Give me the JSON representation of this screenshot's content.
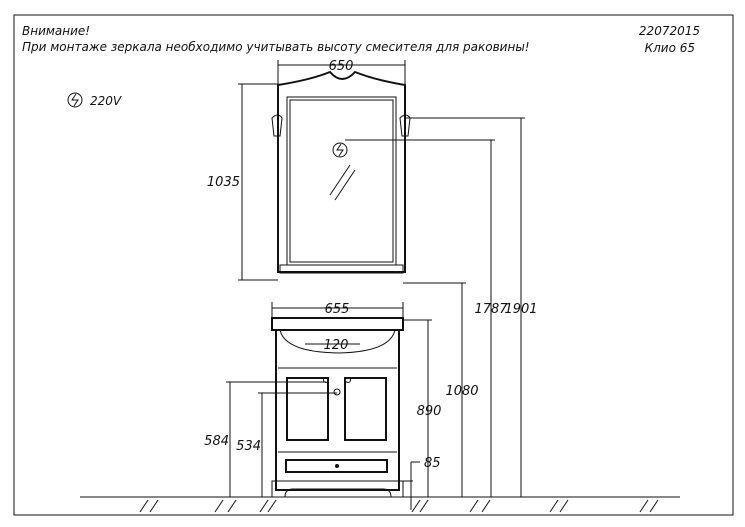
{
  "header": {
    "warning_title": "Внимание!",
    "warning_text": "При монтаже зеркала необходимо учитывать высоту смесителя для раковины!",
    "date_code": "22072015",
    "model": "Клио  65"
  },
  "legend": {
    "icon": "electric-socket-icon",
    "voltage": "220V"
  },
  "dimensions": {
    "mirror_width": "650",
    "mirror_height": "1035",
    "cabinet_width": "655",
    "faucet_spacing": "120",
    "sink_height": "890",
    "mirror_bottom_height": "1080",
    "socket_height": "1787",
    "mirror_top_height": "1901",
    "water_inlet_height": "584",
    "drain_height": "534",
    "plinth_height": "85"
  }
}
